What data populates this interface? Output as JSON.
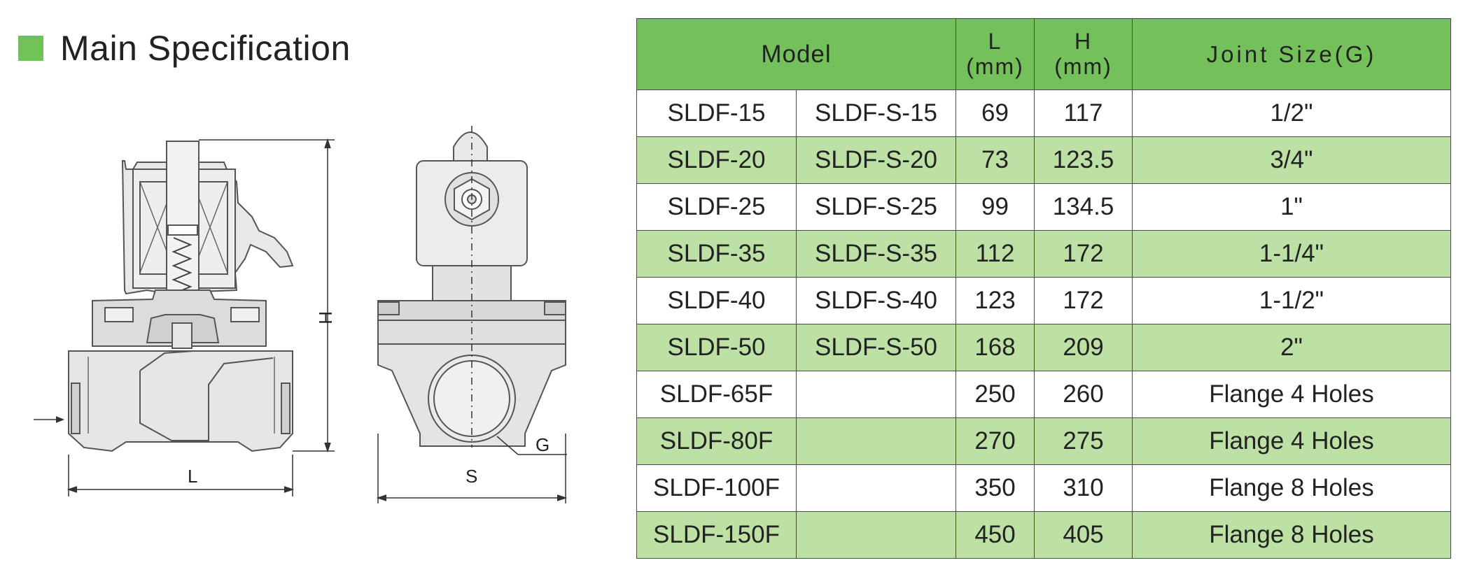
{
  "title": "Main Specification",
  "drawing": {
    "label_h": "H",
    "label_l": "L",
    "label_s": "S",
    "label_g": "G"
  },
  "table": {
    "header": {
      "model": "Model",
      "l_top": "L",
      "l_unit": "(mm)",
      "h_top": "H",
      "h_unit": "(mm)",
      "joint": "Joint Size(G)"
    },
    "rows": [
      {
        "model": "SLDF-15",
        "model_s": "SLDF-S-15",
        "l": "69",
        "h": "117",
        "joint": "1/2\""
      },
      {
        "model": "SLDF-20",
        "model_s": "SLDF-S-20",
        "l": "73",
        "h": "123.5",
        "joint": "3/4\""
      },
      {
        "model": "SLDF-25",
        "model_s": "SLDF-S-25",
        "l": "99",
        "h": "134.5",
        "joint": "1\""
      },
      {
        "model": "SLDF-35",
        "model_s": "SLDF-S-35",
        "l": "112",
        "h": "172",
        "joint": "1-1/4\""
      },
      {
        "model": "SLDF-40",
        "model_s": "SLDF-S-40",
        "l": "123",
        "h": "172",
        "joint": "1-1/2\""
      },
      {
        "model": "SLDF-50",
        "model_s": "SLDF-S-50",
        "l": "168",
        "h": "209",
        "joint": "2\""
      },
      {
        "model": "SLDF-65F",
        "model_s": "",
        "l": "250",
        "h": "260",
        "joint": "Flange 4 Holes"
      },
      {
        "model": "SLDF-80F",
        "model_s": "",
        "l": "270",
        "h": "275",
        "joint": "Flange 4 Holes"
      },
      {
        "model": "SLDF-100F",
        "model_s": "",
        "l": "350",
        "h": "310",
        "joint": "Flange 8 Holes"
      },
      {
        "model": "SLDF-150F",
        "model_s": "",
        "l": "450",
        "h": "405",
        "joint": "Flange 8 Holes"
      }
    ]
  },
  "colors": {
    "header_green": "#74c15c",
    "row_green": "#bde0a4",
    "title_square": "#72c25a"
  }
}
